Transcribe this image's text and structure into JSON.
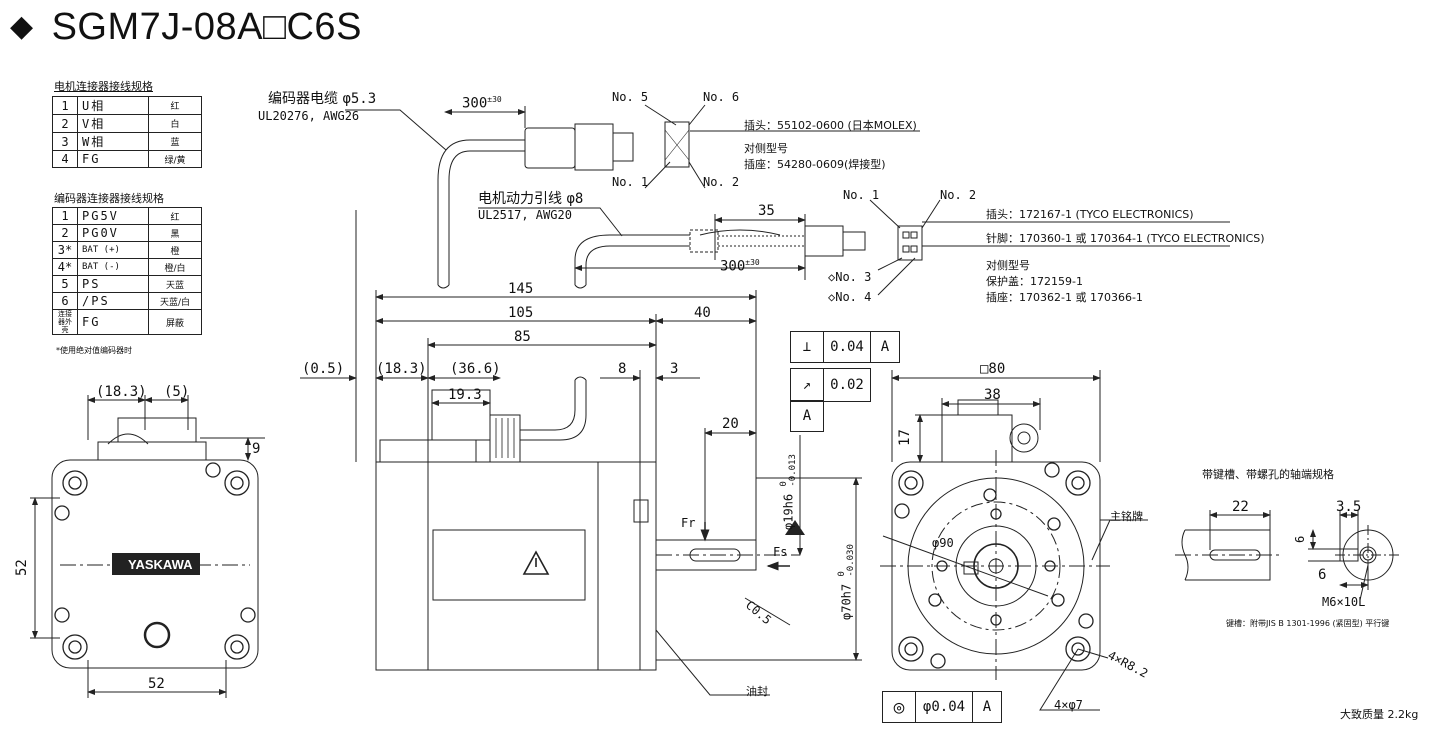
{
  "title": {
    "symbol": "◆",
    "model": "SGM7J-08A□C6S"
  },
  "motor_table": {
    "caption": "电机连接器接线规格",
    "rows": [
      {
        "n": "1",
        "sig": "U相",
        "color": "红"
      },
      {
        "n": "2",
        "sig": "V相",
        "color": "白"
      },
      {
        "n": "3",
        "sig": "W相",
        "color": "蓝"
      },
      {
        "n": "4",
        "sig": "FG",
        "color": "绿/黄"
      }
    ]
  },
  "encoder_table": {
    "caption": "编码器连接器接线规格",
    "rows": [
      {
        "n": "1",
        "sig": "PG5V",
        "color": "红"
      },
      {
        "n": "2",
        "sig": "PG0V",
        "color": "黑"
      },
      {
        "n": "3*",
        "sig": "BAT (+)",
        "color": "橙"
      },
      {
        "n": "4*",
        "sig": "BAT (-)",
        "color": "橙/白"
      },
      {
        "n": "5",
        "sig": "PS",
        "color": "天蓝"
      },
      {
        "n": "6",
        "sig": "/PS",
        "color": "天蓝/白"
      },
      {
        "n": "连接器外壳",
        "sig": "FG",
        "color": "屏蔽"
      }
    ],
    "note": "*使用绝对值编码器时"
  },
  "encoder_cable": {
    "label": "编码器电缆",
    "dia": "φ5.3",
    "spec": "UL20276, AWG26",
    "length": "300",
    "tol": "±30"
  },
  "power_cable": {
    "label": "电机动力引线",
    "dia": "φ8",
    "spec": "UL2517, AWG20",
    "length": "300",
    "tol": "±30"
  },
  "encoder_connector": {
    "pins": [
      "No. 5",
      "No. 6",
      "No. 1",
      "No. 2"
    ],
    "plug": "插头：55102-0600 (日本MOLEX)",
    "mate_title": "对侧型号",
    "socket": "插座：54280-0609(焊接型)"
  },
  "power_connector": {
    "pins": [
      "No. 1",
      "No. 2",
      "No. 3",
      "No. 4"
    ],
    "plug": "插头：172167-1 (TYCO ELECTRONICS)",
    "pin": "针脚：170360-1 或 170364-1 (TYCO ELECTRONICS)",
    "mate_title": "对侧型号",
    "cover": "保护盖：172159-1",
    "socket": "插座：170362-1 或 170366-1",
    "dim_35": "35"
  },
  "side_dims": {
    "d145": "145",
    "d105": "105",
    "d40": "40",
    "d85": "85",
    "d05": "(0.5)",
    "d183": "(18.3)",
    "d366": "(36.6)",
    "d193": "19.3",
    "d8": "8",
    "d3": "3",
    "d20": "20",
    "shaft": "φ19h6",
    "shaft_tol_top": "0",
    "shaft_tol_bot": "-0.013",
    "spigot": "φ70h7",
    "spigot_tol_top": "0",
    "spigot_tol_bot": "-0.030",
    "chamfer": "C0.5",
    "fr": "Fr",
    "fs": "Fs",
    "oil_seal": "油封"
  },
  "tolerances": {
    "perp": {
      "sym": "⊥",
      "val": "0.04",
      "ref": "A"
    },
    "runout": {
      "sym": "↗",
      "val": "0.02"
    },
    "datum": "A",
    "coax": {
      "sym": "◎",
      "val": "φ0.04",
      "ref": "A"
    }
  },
  "rear_dims": {
    "d183": "(18.3)",
    "d5": "(5)",
    "d9": "9",
    "d52v": "52",
    "d52h": "52",
    "logo": "YASKAWA"
  },
  "front_dims": {
    "sq80": "□80",
    "d38": "38",
    "d17": "17",
    "d90": "φ90",
    "r82": "4×R8.2",
    "holes": "4×φ7",
    "nameplate": "主铭牌"
  },
  "shaft_end": {
    "title": "带键槽、带螺孔的轴端规格",
    "d22": "22",
    "d35": "3.5",
    "d6a": "6",
    "d6b": "6",
    "screw": "M6×10L",
    "key_note": "键槽：附带JIS B 1301-1996 (紧固型) 平行键"
  },
  "mass": "大致质量 2.2kg"
}
